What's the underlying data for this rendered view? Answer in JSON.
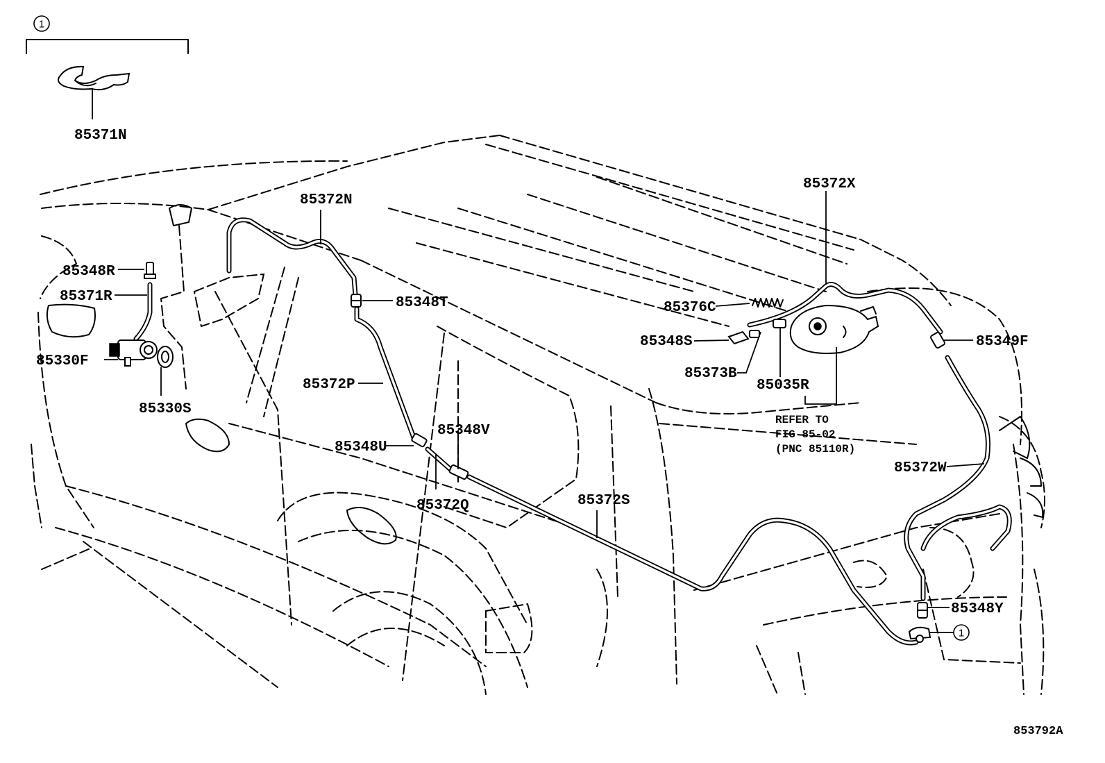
{
  "figure_code": "853792A",
  "callout_symbol": "1",
  "callout_group_part": "85371N",
  "parts": {
    "p85372N": "85372N",
    "p85348R": "85348R",
    "p85371R": "85371R",
    "p85330F": "85330F",
    "p85330S": "85330S",
    "p85348T": "85348T",
    "p85372P": "85372P",
    "p85348U": "85348U",
    "p85348V": "85348V",
    "p85372Q": "85372Q",
    "p85372S": "85372S",
    "p85372X": "85372X",
    "p85376C": "85376C",
    "p85348S": "85348S",
    "p85373B": "85373B",
    "p85035R": "85035R",
    "p85349F": "85349F",
    "p85372W": "85372W",
    "p85348Y": "85348Y"
  },
  "refer_note": {
    "line1": "REFER TO",
    "line2": "FIG 85-02",
    "line3": "(PNC 85110R)"
  }
}
